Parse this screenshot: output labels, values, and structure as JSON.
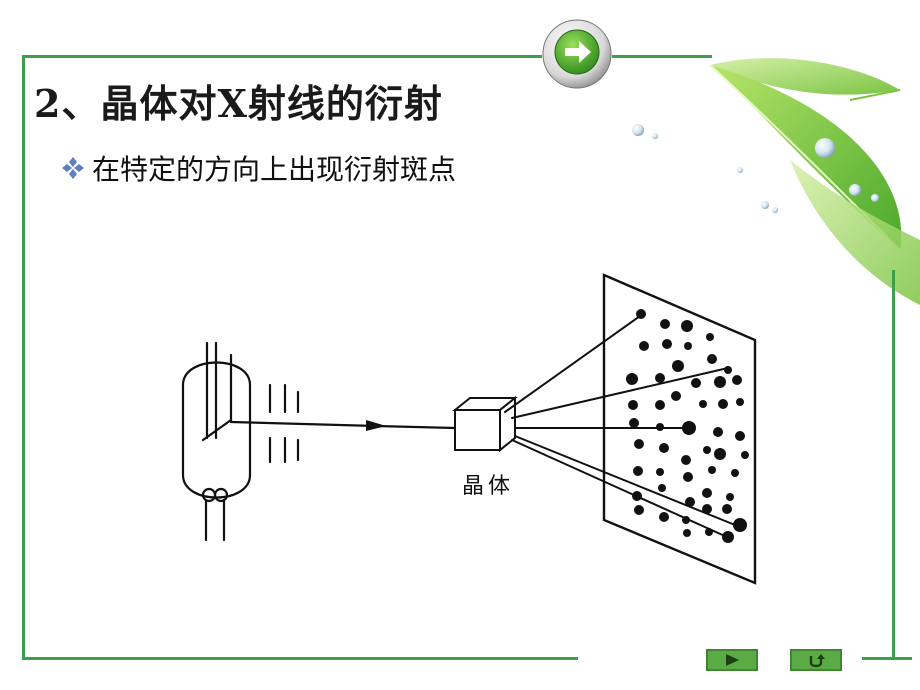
{
  "slide": {
    "title": "2、晶体对X射线的衍射",
    "bullet": "在特定的方向上出现衍射斑点"
  },
  "diagram": {
    "crystal_label": "晶体"
  },
  "nav": {
    "next_icon": "play-triangle-icon",
    "return_icon": "return-arrow-icon",
    "round_icon": "green-arrow-icon"
  },
  "colors": {
    "frame_green": "#3aa14a",
    "button_green": "#4c9a3c",
    "bullet_blue": "#5b7fc0"
  }
}
